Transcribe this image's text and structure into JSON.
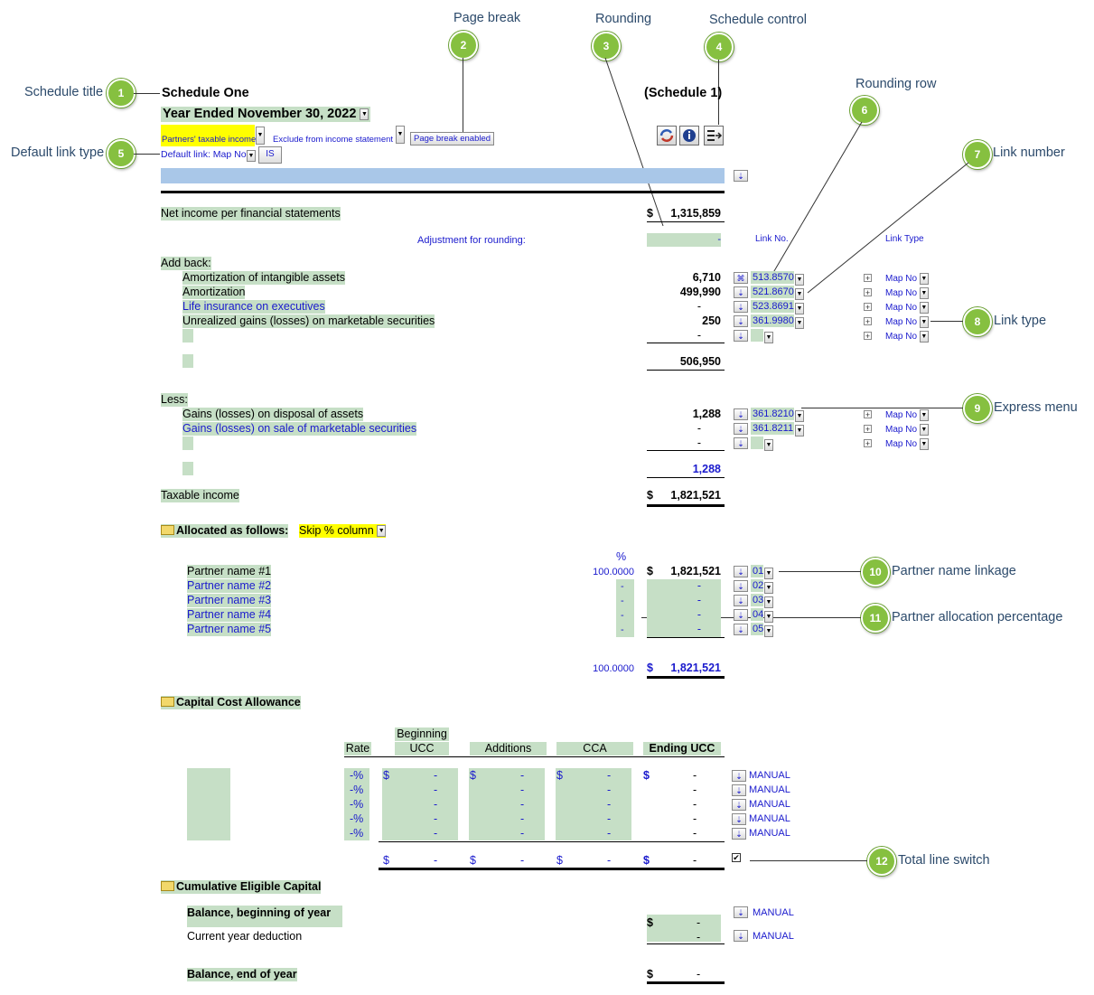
{
  "callouts": {
    "schedule_title": "Schedule title",
    "page_break": "Page break",
    "rounding": "Rounding",
    "schedule_control": "Schedule control",
    "default_link_type": "Default link type",
    "rounding_row": "Rounding row",
    "link_number": "Link number",
    "link_type": "Link type",
    "express_menu": "Express menu",
    "partner_name_linkage": "Partner name linkage",
    "partner_allocation_percentage": "Partner allocation percentage",
    "total_line_switch": "Total line switch",
    "n1": "1",
    "n2": "2",
    "n3": "3",
    "n4": "4",
    "n5": "5",
    "n6": "6",
    "n7": "7",
    "n8": "8",
    "n9": "9",
    "n10": "10",
    "n11": "11",
    "n12": "12"
  },
  "header": {
    "title": "Schedule One",
    "schedule_ref": "(Schedule 1)",
    "year": "Year Ended November 30, 2022",
    "income_type": "Partners' taxable income",
    "exclude": "Exclude from income statement",
    "page_break_btn": "Page break enabled",
    "default_link": "Default link: Map No",
    "is_btn": "IS"
  },
  "main": {
    "net_income_label": "Net income per financial statements",
    "dollar": "$",
    "net_income": "1,315,859",
    "rounding_label": "Adjustment for rounding:",
    "rounding_value": "-",
    "link_no_header": "Link No.",
    "link_type_header": "Link Type",
    "add_back_label": "Add back:",
    "add_back": [
      {
        "label": "Amortization of intangible assets",
        "value": "6,710",
        "link": "513.8570",
        "type": "Map No"
      },
      {
        "label": "Amortization",
        "value": "499,990",
        "link": "521.8670",
        "type": "Map No"
      },
      {
        "label": "Life insurance on executives",
        "value": "-",
        "link": "523.8691",
        "type": "Map No"
      },
      {
        "label": "Unrealized gains (losses) on marketable securities",
        "value": "250",
        "link": "361.9980",
        "type": "Map No"
      },
      {
        "label": "",
        "value": "-",
        "link": "",
        "type": "Map No"
      }
    ],
    "add_back_total": "506,950",
    "less_label": "Less:",
    "less": [
      {
        "label": "Gains (losses) on disposal of assets",
        "value": "1,288",
        "link": "361.8210",
        "type": "Map No"
      },
      {
        "label": "Gains (losses) on sale of marketable securities",
        "value": "-",
        "link": "361.8211",
        "type": "Map No"
      },
      {
        "label": "",
        "value": "-",
        "link": "",
        "type": "Map No"
      }
    ],
    "less_total": "1,288",
    "taxable_label": "Taxable income",
    "taxable_value": "1,821,521"
  },
  "allocation": {
    "heading": "Allocated as follows:",
    "skip": "Skip % column",
    "pct_header": "%",
    "partners": [
      {
        "name": "Partner name #1",
        "pct": "100.0000",
        "dollar": "$",
        "value": "1,821,521",
        "link": "01"
      },
      {
        "name": "Partner name #2",
        "pct": "-",
        "dollar": "",
        "value": "-",
        "link": "02"
      },
      {
        "name": "Partner name #3",
        "pct": "-",
        "dollar": "",
        "value": "-",
        "link": "03"
      },
      {
        "name": "Partner name #4",
        "pct": "-",
        "dollar": "",
        "value": "-",
        "link": "04"
      },
      {
        "name": "Partner name #5",
        "pct": "-",
        "dollar": "",
        "value": "-",
        "link": "05"
      }
    ],
    "total_pct": "100.0000",
    "total_value": "1,821,521"
  },
  "cca": {
    "heading": "Capital Cost Allowance",
    "col_rate": "Rate",
    "col_beginning_1": "Beginning",
    "col_beginning_2": "UCC",
    "col_additions": "Additions",
    "col_cca": "CCA",
    "col_ending": "Ending UCC",
    "rate": "-%",
    "dollar": "$",
    "dash": "-",
    "manual": "MANUAL",
    "check": "✔"
  },
  "cec": {
    "heading": "Cumulative Eligible Capital",
    "beginning_label": "Balance, beginning of year",
    "deduction_label": "Current year deduction",
    "end_label": "Balance, end of year",
    "dollar": "$",
    "dash": "-",
    "manual": "MANUAL"
  }
}
